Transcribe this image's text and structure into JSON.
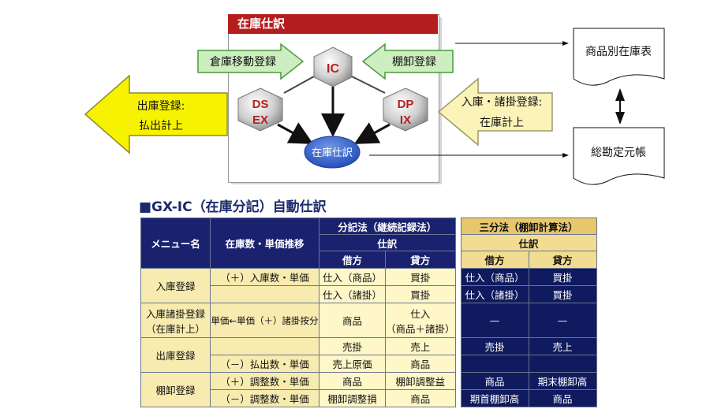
{
  "diagram": {
    "panel_title": "在庫仕訳",
    "node_ic": "IC",
    "node_ds": [
      "DS",
      "EX"
    ],
    "node_dp": [
      "DP",
      "IX"
    ],
    "node_center": "在庫仕訳",
    "arrow_transfer": "倉庫移動登録",
    "arrow_stocktake": "棚卸登録",
    "arrow_out": [
      "出庫登録:",
      "払出計上"
    ],
    "arrow_in": [
      "入庫・諸掛登録:",
      "在庫計上"
    ],
    "doc_inventory": "商品別在庫表",
    "doc_ledger": "総勘定元帳",
    "colors": {
      "title_red": "#b51e1e",
      "arrow_green": "#cdeec0",
      "arrow_yellow": "#f7f200",
      "arrow_cream": "#fbf3b8"
    }
  },
  "section_title": "■GX-IC（在庫分記）自動仕訳",
  "table": {
    "header": {
      "menu_name": "メニュー名",
      "stock_trend": "在庫数・単価推移",
      "bunki": "分記法（継続記録法）",
      "bunki_shiwake": "仕訳",
      "sanbun": "三分法（棚卸計算法）",
      "sanbun_shiwake": "仕訳",
      "debit": "借方",
      "credit": "貸方",
      "debit2": "借方",
      "credit2": "貸方"
    },
    "rows": [
      {
        "menu": "入庫登録",
        "trend": "（＋）入庫数・単価",
        "b_debit": "仕入（商品）",
        "b_credit": "買掛",
        "s_debit": "仕入（商品）",
        "s_credit": "買掛"
      },
      {
        "menu": "",
        "trend": "",
        "b_debit": "仕入（諸掛）",
        "b_credit": "買掛",
        "s_debit": "仕入（諸掛）",
        "s_credit": "買掛"
      },
      {
        "menu": [
          "入庫諸掛登録",
          "（在庫計上）"
        ],
        "trend": "単価←単価（＋）諸掛按分",
        "b_debit": "商品",
        "b_credit": [
          "仕入",
          "（商品＋諸掛）"
        ],
        "s_debit": "—",
        "s_credit": "—"
      },
      {
        "menu": "出庫登録",
        "trend": "",
        "b_debit": "売掛",
        "b_credit": "売上",
        "s_debit": "売掛",
        "s_credit": "売上"
      },
      {
        "menu": "",
        "trend": "（－）払出数・単価",
        "b_debit": "売上原価",
        "b_credit": "商品",
        "s_debit": "",
        "s_credit": ""
      },
      {
        "menu": "棚卸登録",
        "trend": "（＋）調整数・単価",
        "b_debit": "商品",
        "b_credit": "棚卸調整益",
        "s_debit": "商品",
        "s_credit": "期末棚卸高"
      },
      {
        "menu": "",
        "trend": "（－）調整数・単価",
        "b_debit": "棚卸調整損",
        "b_credit": "商品",
        "s_debit": "期首棚卸高",
        "s_credit": "商品"
      }
    ]
  }
}
